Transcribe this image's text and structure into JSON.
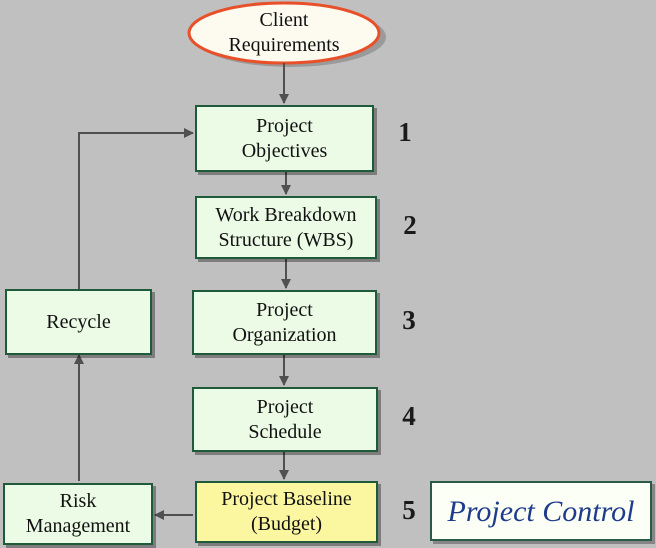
{
  "client": {
    "label": "Client\nRequirements"
  },
  "steps": [
    {
      "label": "Project\nObjectives",
      "number": "1"
    },
    {
      "label": "Work Breakdown\nStructure (WBS)",
      "number": "2"
    },
    {
      "label": "Project\nOrganization",
      "number": "3"
    },
    {
      "label": "Project\nSchedule",
      "number": "4"
    },
    {
      "label": "Project Baseline\n(Budget)",
      "number": "5"
    }
  ],
  "recycle": {
    "label": "Recycle"
  },
  "risk": {
    "label": "Risk\nManagement"
  },
  "control": {
    "label": "Project Control"
  },
  "colors": {
    "background": "#c0c0c0",
    "box_fill": "#ecfbe6",
    "box_border": "#1f5a3a",
    "highlight_fill": "#fbf7a0",
    "ellipse_border": "#e8502a",
    "control_text": "#1f3c8c",
    "connector": "#505050"
  }
}
